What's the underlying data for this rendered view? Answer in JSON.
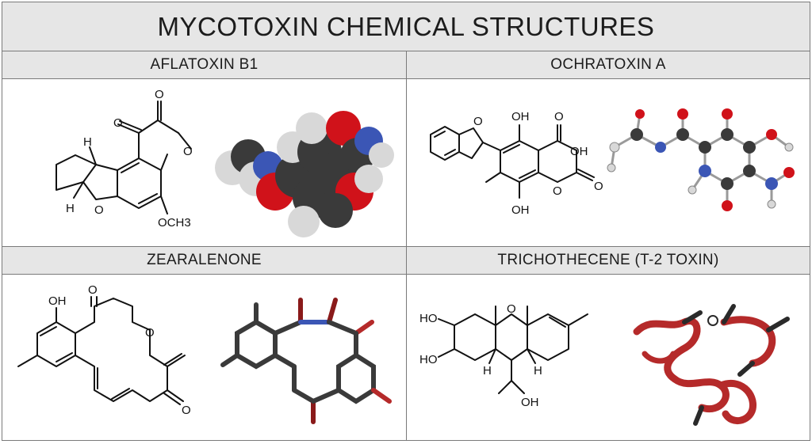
{
  "title": "MYCOTOXIN CHEMICAL STRUCTURES",
  "panels": [
    {
      "header": "AFLATOXIN B1",
      "labels": {
        "o_ketone": "O",
        "o_lactone_carbonyl": "O",
        "o_lactone_ring": "O",
        "o_furan": "O",
        "h_top": "H",
        "h_bottom": "H",
        "methoxy": "OCH3"
      }
    },
    {
      "header": "OCHRATOXIN A",
      "labels": {
        "o_furan": "O",
        "oh_top": "OH",
        "o_carbonyl_top": "O",
        "oh_acid": "OH",
        "o_ring": "O",
        "o_carbonyl_right": "O",
        "oh_bottom": "OH"
      }
    },
    {
      "header": "ZEARALENONE",
      "labels": {
        "oh": "OH",
        "o_ketone": "O",
        "o_lactone": "O",
        "o_enone": "O"
      }
    },
    {
      "header": "TRICHOTHECENE (T-2 TOXIN)",
      "labels": {
        "ho_top": "HO",
        "ho_bottom": "HO",
        "o_bridge": "O",
        "h_left": "H",
        "h_right": "H",
        "oh": "OH"
      }
    }
  ],
  "colors": {
    "header_bg": "#e6e6e6",
    "border": "#7a7a7a",
    "atom_carbon": "#3a3a3a",
    "atom_oxygen": "#d0121a",
    "atom_nitrogen": "#3b56b5",
    "atom_hydrogen": "#d8d8d8",
    "ribbon": "#b52a2a"
  }
}
